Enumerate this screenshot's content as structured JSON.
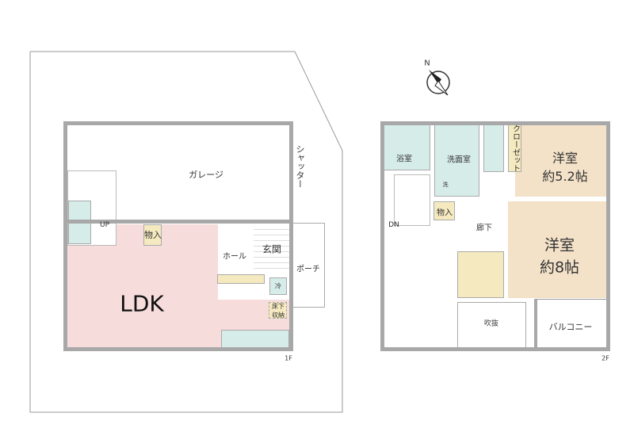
{
  "floor1": {
    "garage": "ガレージ",
    "shutter": "シャッター",
    "up": "UP",
    "storage": "物入",
    "hall": "ホール",
    "entrance": "玄関",
    "porch": "ポーチ",
    "ldk": "LDK",
    "fridge": "冷",
    "underfloor_storage": "床下収納",
    "floor_label": "1F"
  },
  "floor2": {
    "bathroom": "浴室",
    "washroom": "洗面室",
    "washer": "洗",
    "closet": "クローゼット",
    "room1_name": "洋室",
    "room1_size": "約5.2帖",
    "room2_name": "洋室",
    "room2_size": "約8帖",
    "down": "DN",
    "storage": "物入",
    "corridor": "廊下",
    "atrium": "吹抜",
    "balcony": "バルコニー",
    "floor_label": "2F"
  },
  "compass": {
    "north": "N"
  }
}
